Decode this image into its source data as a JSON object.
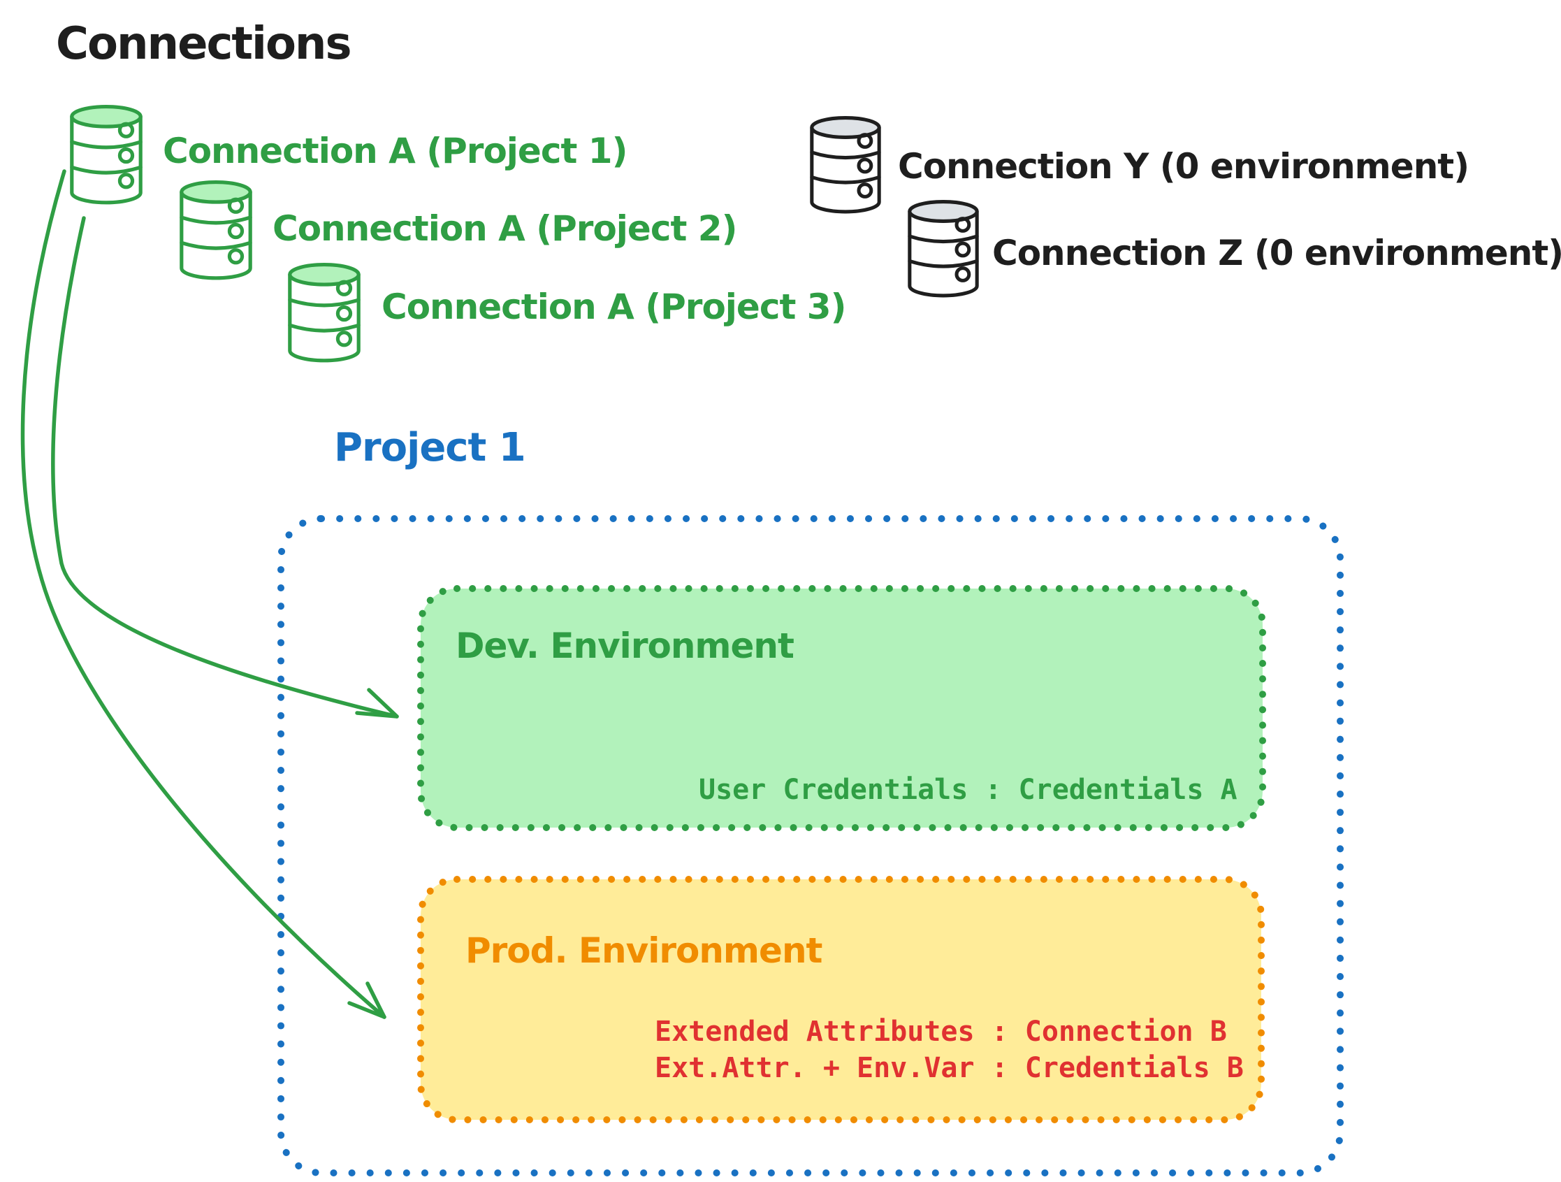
{
  "palette": {
    "ink": "#1e1e1e",
    "green": "#2f9e44",
    "green-fill": "#b2f2bb",
    "blue": "#1971c2",
    "orange": "#f08c00",
    "yellow-fill": "#ffec99",
    "red": "#e03131",
    "gray-fill": "#dee2e6",
    "gray-stroke": "#1e1e1e",
    "canvas-bg": "#ffffff"
  },
  "header": {
    "title": "Connections"
  },
  "connections": {
    "project_scoped": [
      {
        "label": "Connection A (Project 1)"
      },
      {
        "label": "Connection A (Project 2)"
      },
      {
        "label": "Connection A (Project 3)"
      }
    ],
    "unscoped": [
      {
        "label": "Connection Y (0 environment)"
      },
      {
        "label": "Connection Z (0 environment)"
      }
    ]
  },
  "project": {
    "title": "Project 1",
    "environments": [
      {
        "name": "Dev. Environment",
        "mappings": [
          "User Credentials : Credentials A"
        ]
      },
      {
        "name": "Prod. Environment",
        "mappings": [
          "Extended Attributes : Connection B",
          "Ext.Attr. + Env.Var : Credentials B"
        ]
      }
    ]
  }
}
